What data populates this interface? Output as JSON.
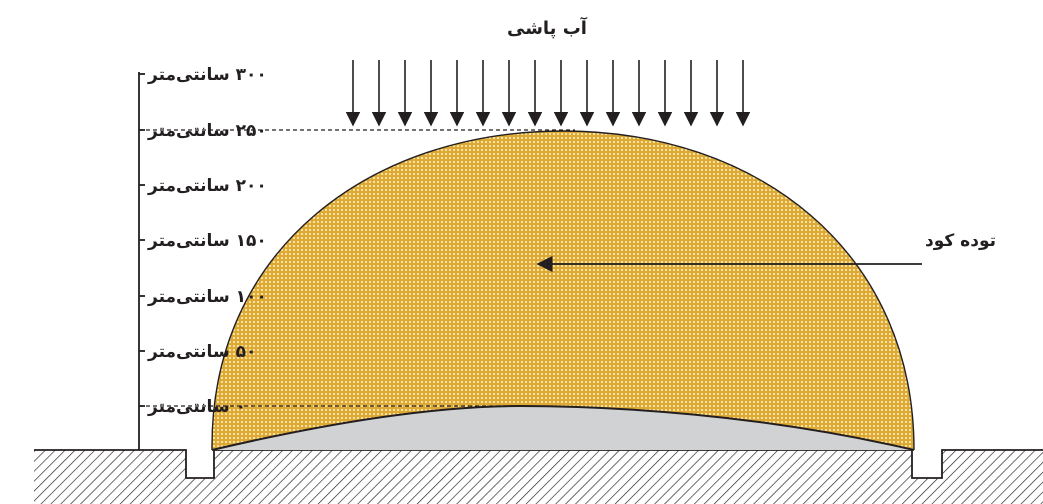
{
  "diagram": {
    "top_label": "آب پاشی",
    "pile_label": "توده کود",
    "axis": {
      "ticks": [
        {
          "value": "۳۰۰",
          "unit": "سانتی‌متر"
        },
        {
          "value": "۲۵۰",
          "unit": "سانتی‌متر"
        },
        {
          "value": "۲۰۰",
          "unit": "سانتی‌متر"
        },
        {
          "value": "۱۵۰",
          "unit": "سانتی‌متر"
        },
        {
          "value": "۱۰۰",
          "unit": "سانتی‌متر"
        },
        {
          "value": "۵۰",
          "unit": "سانتی‌متر"
        },
        {
          "value": "۰",
          "unit": "سانتی‌متر"
        }
      ]
    },
    "colors": {
      "pile_fill": "#deaa33",
      "pile_dots": "#fff3cf",
      "base_fill": "#d1d2d4",
      "ink": "#231f20"
    }
  }
}
